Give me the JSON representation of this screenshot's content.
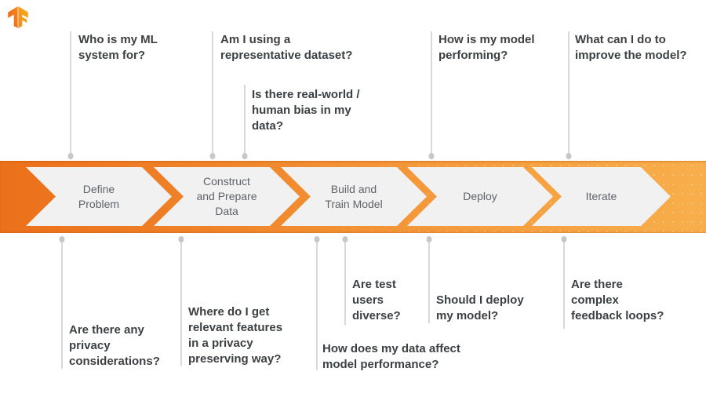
{
  "diagram_title": "TensorFlow ML workflow: stages and responsible-AI questions",
  "logo": {
    "label": "TensorFlow logo"
  },
  "banner": {
    "stages": [
      {
        "label": "Define\nProblem"
      },
      {
        "label": "Construct\nand Prepare\nData"
      },
      {
        "label": "Build and\nTrain Model"
      },
      {
        "label": "Deploy"
      },
      {
        "label": "Iterate"
      }
    ],
    "colors": {
      "gradient_left": "#EC701B",
      "gradient_right": "#F8AF4B",
      "chevron_fill": "#F1F1F2",
      "stage_label_color": "#5F6368"
    }
  },
  "questions": {
    "text_color": "#3C4043",
    "top": [
      {
        "text": "Who is my ML\nsystem for?"
      },
      {
        "text": "Am I using a\nrepresentative dataset?"
      },
      {
        "text": "Is there real-world /\nhuman bias in my\ndata?"
      },
      {
        "text": "How is my model\nperforming?"
      },
      {
        "text": "What can I do to\nimprove the model?"
      }
    ],
    "bottom": [
      {
        "text": "Are there any\nprivacy\nconsiderations?"
      },
      {
        "text": "Where do I get\nrelevant features\nin a privacy\npreserving way?"
      },
      {
        "text": "How does my data affect\nmodel performance?"
      },
      {
        "text": "Are test\nusers\ndiverse?"
      },
      {
        "text": "Should I deploy\nmy model?"
      },
      {
        "text": "Are there\ncomplex\nfeedback loops?"
      }
    ]
  }
}
